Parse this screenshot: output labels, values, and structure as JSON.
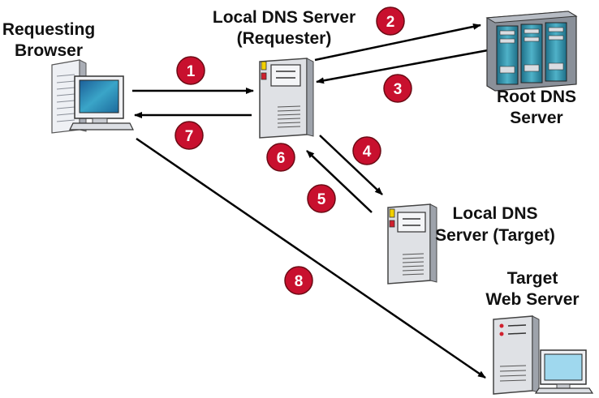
{
  "colors": {
    "step_badge": "#c8102e",
    "badge_outline": "#6b0a14",
    "arrow": "#000000",
    "server_body": "#d9dbe0",
    "screen": "#2a7fb4",
    "root_server_panel": "#2e8fa8"
  },
  "nodes": {
    "browser": {
      "line1": "Requesting",
      "line2": "Browser",
      "icon": "desktop-computer-icon"
    },
    "local_dns_requester": {
      "line1": "Local DNS Server",
      "line2": "(Requester)",
      "icon": "server-tower-icon"
    },
    "root_dns": {
      "line1": "Root DNS",
      "line2": "Server",
      "icon": "server-rack-icon"
    },
    "local_dns_target": {
      "line1": "Local DNS",
      "line2": "Server (Target)",
      "icon": "server-tower-icon"
    },
    "target_web": {
      "line1": "Target",
      "line2": "Web Server",
      "icon": "server-with-monitor-icon"
    }
  },
  "steps": [
    "1",
    "2",
    "3",
    "4",
    "5",
    "6",
    "7",
    "8"
  ]
}
